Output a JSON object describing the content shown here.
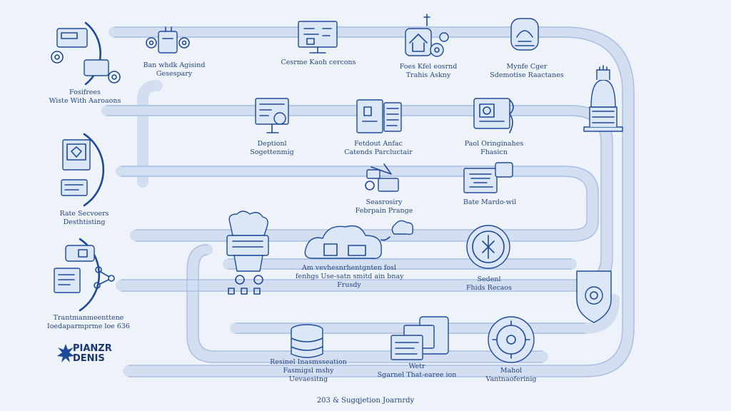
{
  "brand": {
    "line1": "PIANZR",
    "line2": "DENIS"
  },
  "caption": "203 & Sugqjetion Joarnrdy",
  "stations": [
    {
      "key": "left1",
      "lines": [
        "Fosifrees",
        "Wiste With Aaroaons"
      ]
    },
    {
      "key": "r1a",
      "lines": [
        "Ban whdk Agisind",
        "Gesespary"
      ]
    },
    {
      "key": "r1b",
      "lines": [
        "Cesrme Kaoh cercons"
      ]
    },
    {
      "key": "r1c",
      "lines": [
        "Foes Kfel eosrnd",
        "Trahis Askny"
      ]
    },
    {
      "key": "r1d",
      "lines": [
        "Mynfe Cger",
        "Sdemotise Raactanes"
      ]
    },
    {
      "key": "r2a",
      "lines": [
        "Deptionl",
        "Sogettenmig"
      ]
    },
    {
      "key": "r2b",
      "lines": [
        "Fetdout Anfac",
        "Catends Parcluctair"
      ]
    },
    {
      "key": "r2c",
      "lines": [
        "Paol Oringinahes",
        "Fhasicn"
      ]
    },
    {
      "key": "left2",
      "lines": [
        "Rate Secvoers",
        "Desthtisting"
      ]
    },
    {
      "key": "r3a",
      "lines": [
        "Seasrosiry",
        "Febrpain Prange"
      ]
    },
    {
      "key": "r3b",
      "lines": [
        "Bate Mardo-wil"
      ]
    },
    {
      "key": "left3",
      "lines": [
        "Trantmanmeenttene",
        "Ioedaparmprme loe 636"
      ]
    },
    {
      "key": "r4a",
      "lines": [
        "Am vevhesnrhentgnten fosl",
        "fenhgs Use-satn smitd ain bnay",
        "Frusdy"
      ]
    },
    {
      "key": "r4b",
      "lines": [
        "Sedenl",
        "Fhids Recaos"
      ]
    },
    {
      "key": "r5a",
      "lines": [
        "Resinel Inasmsseation",
        "Fasmigsl mshy",
        "Uevaesitng"
      ]
    },
    {
      "key": "r5b",
      "lines": [
        "Wetr",
        "Sgarnel That-earee ion"
      ]
    },
    {
      "key": "r5c",
      "lines": [
        "Mahol",
        "Vantnaoferinig"
      ]
    }
  ],
  "colors": {
    "line": "#1f4a9a",
    "pipe": "#b9cbe8",
    "pipeEdge": "#d7e2f3",
    "bg": "#eef3fa"
  }
}
